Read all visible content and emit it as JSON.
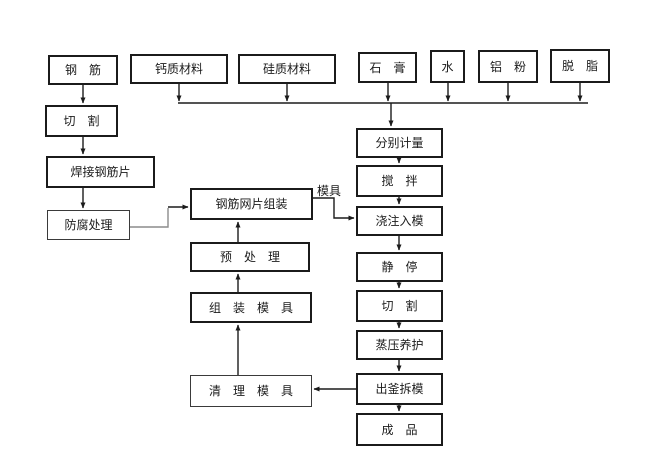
{
  "diagram": {
    "background_color": "#ffffff",
    "line_color": "#1b1b1b",
    "nodes": {
      "steel_bar": "钢　筋",
      "calcareous_material": "钙质材料",
      "siliceous_material": "硅质材料",
      "gypsum": "石　膏",
      "water": "水",
      "aluminum_powder": "铝　粉",
      "degreasing": "脱　脂",
      "cutting_steel": "切　割",
      "weld_rebar_sheet": "焊接钢筋片",
      "anticorrosion_treatment": "防腐处理",
      "rebar_mesh_assembly": "钢筋网片组装",
      "pretreatment": "预　处　理",
      "assemble_mold": "组　装　模　具",
      "clean_mold": "清　理　模　具",
      "measure_separately": "分别计量",
      "mixing": "搅　拌",
      "pour_into_mold": "浇注入模",
      "static_rest": "静　停",
      "cutting": "切　割",
      "autoclave_curing": "蒸压养护",
      "demold_from_autoclave": "出釜拆模",
      "finished_product": "成　品"
    },
    "edge_labels": {
      "mold": "模具"
    }
  }
}
